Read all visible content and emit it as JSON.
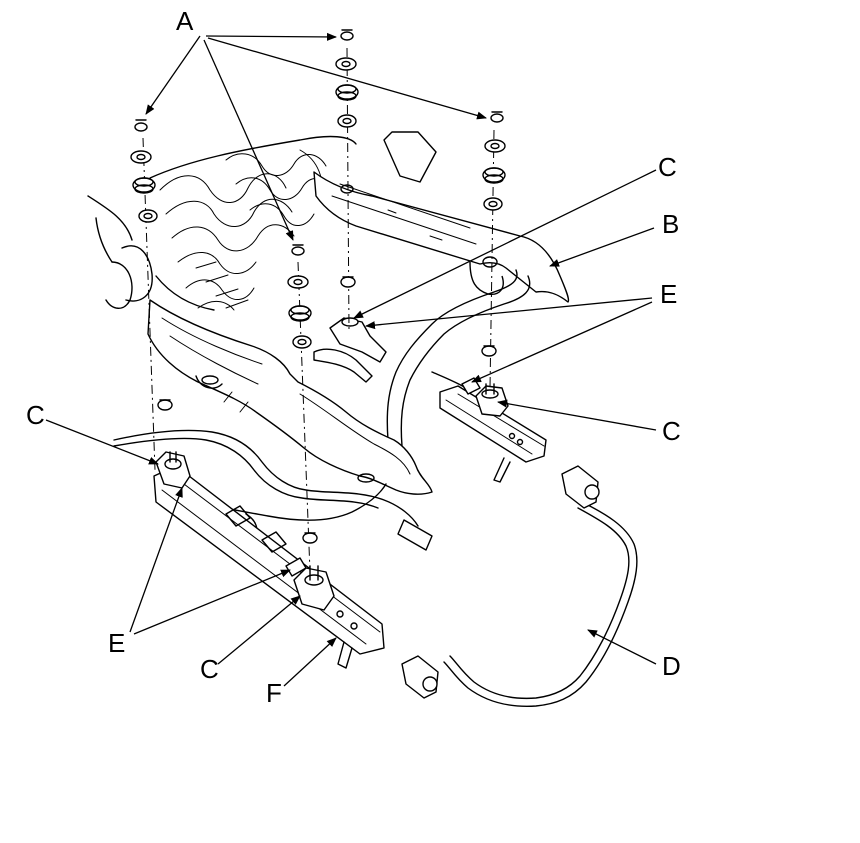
{
  "figure": {
    "callouts": {
      "a": "A",
      "b": "B",
      "c": "C",
      "d": "D",
      "e": "E",
      "f": "F"
    }
  }
}
